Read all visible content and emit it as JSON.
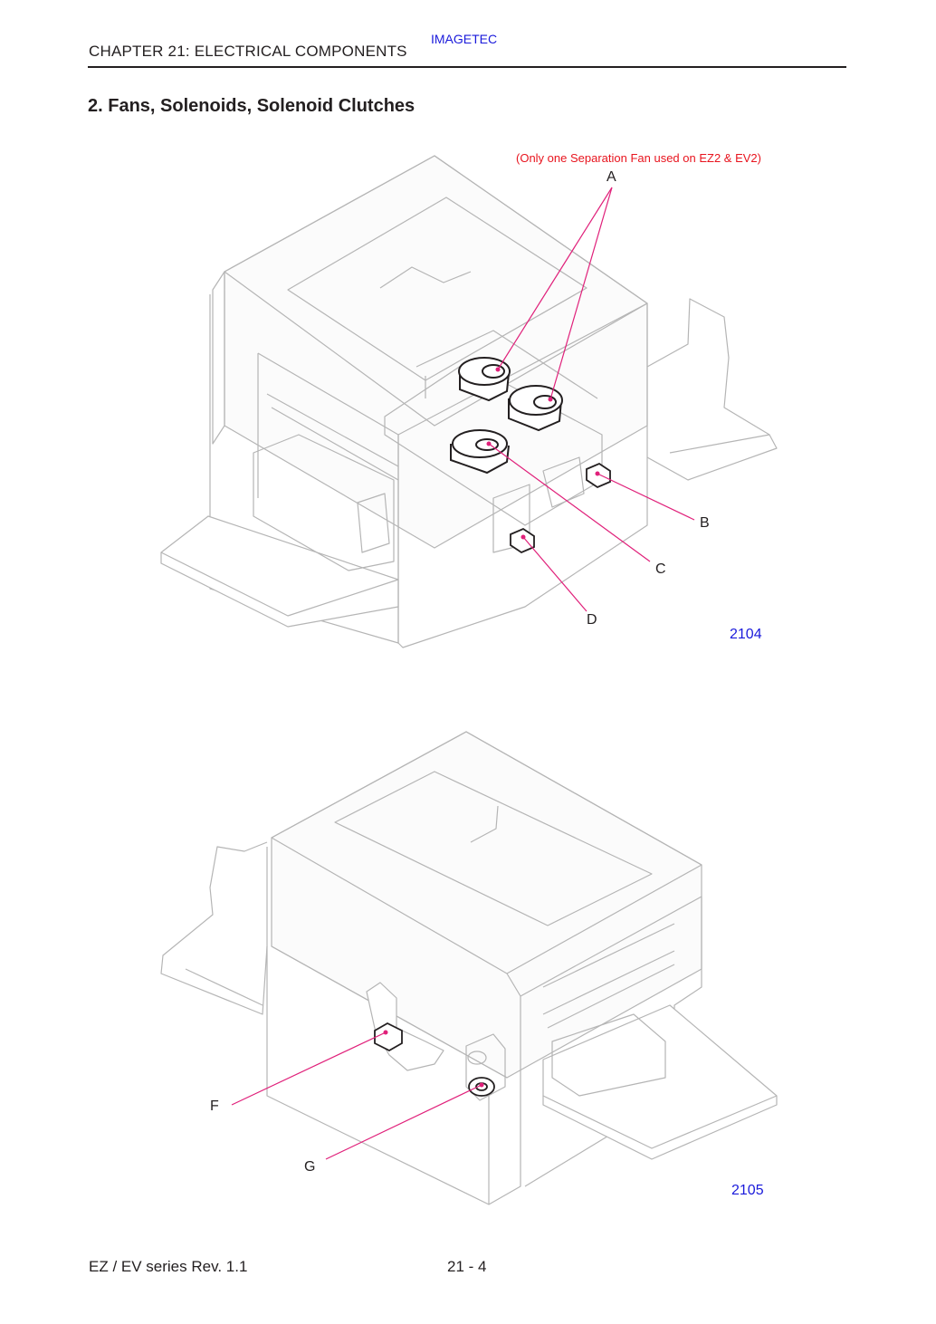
{
  "header": {
    "chapter": "CHAPTER 21:  ELECTRICAL COMPONENTS",
    "brand": "IMAGETEC"
  },
  "section_title": "2.   Fans, Solenoids, Solenoid Clutches",
  "figure1": {
    "note": "(Only one Separation Fan used on EZ2 & EV2)",
    "labels": {
      "a": "A",
      "b": "B",
      "c": "C",
      "d": "D"
    },
    "number": "2104"
  },
  "figure2": {
    "labels": {
      "f": "F",
      "g": "G"
    },
    "number": "2105"
  },
  "footer": {
    "series": "EZ / EV series Rev. 1.1",
    "page": "21 - 4"
  },
  "colors": {
    "leader": "#e0207a",
    "figure_number": "#1a1adb",
    "note": "#e8141e",
    "outline": "#b5b5b5"
  }
}
